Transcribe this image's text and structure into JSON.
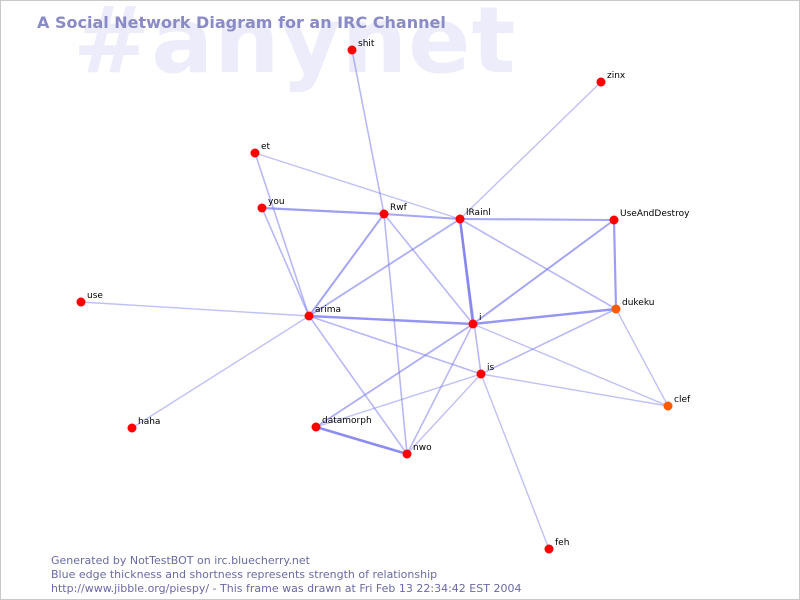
{
  "watermark": "#anynet",
  "title": "A Social Network Diagram for an IRC Channel",
  "colors": {
    "edge": "#7b7bf0",
    "node": "#ff0000",
    "node_alt": "#ff5a00",
    "title": "#8a8ac6",
    "footer": "#6a6aa6",
    "watermark": "#ececfb"
  },
  "nodes": [
    {
      "id": "shit",
      "label": "shit"
    },
    {
      "id": "zinx",
      "label": "zinx"
    },
    {
      "id": "et",
      "label": "et"
    },
    {
      "id": "you",
      "label": "you"
    },
    {
      "id": "Rwf",
      "label": "Rwf"
    },
    {
      "id": "lRainl",
      "label": "lRainl"
    },
    {
      "id": "UseAndDestroy",
      "label": "UseAndDestroy"
    },
    {
      "id": "use",
      "label": "use"
    },
    {
      "id": "arima",
      "label": "arima"
    },
    {
      "id": "i",
      "label": "i"
    },
    {
      "id": "dukeku",
      "label": "dukeku"
    },
    {
      "id": "is",
      "label": "is"
    },
    {
      "id": "clef",
      "label": "clef"
    },
    {
      "id": "haha",
      "label": "haha"
    },
    {
      "id": "datamorph",
      "label": "datamorph"
    },
    {
      "id": "nwo",
      "label": "nwo"
    },
    {
      "id": "feh",
      "label": "feh"
    }
  ],
  "edges": [
    {
      "source": "shit",
      "target": "Rwf",
      "strength": 0.3
    },
    {
      "source": "zinx",
      "target": "lRainl",
      "strength": 0.2
    },
    {
      "source": "et",
      "target": "lRainl",
      "strength": 0.2
    },
    {
      "source": "et",
      "target": "arima",
      "strength": 0.3
    },
    {
      "source": "you",
      "target": "Rwf",
      "strength": 0.6
    },
    {
      "source": "you",
      "target": "arima",
      "strength": 0.3
    },
    {
      "source": "Rwf",
      "target": "lRainl",
      "strength": 0.5
    },
    {
      "source": "Rwf",
      "target": "arima",
      "strength": 0.5
    },
    {
      "source": "Rwf",
      "target": "i",
      "strength": 0.3
    },
    {
      "source": "Rwf",
      "target": "nwo",
      "strength": 0.3
    },
    {
      "source": "lRainl",
      "target": "UseAndDestroy",
      "strength": 0.5
    },
    {
      "source": "lRainl",
      "target": "i",
      "strength": 0.8
    },
    {
      "source": "lRainl",
      "target": "arima",
      "strength": 0.4
    },
    {
      "source": "lRainl",
      "target": "is",
      "strength": 0.3
    },
    {
      "source": "lRainl",
      "target": "dukeku",
      "strength": 0.3
    },
    {
      "source": "UseAndDestroy",
      "target": "i",
      "strength": 0.5
    },
    {
      "source": "UseAndDestroy",
      "target": "dukeku",
      "strength": 0.6
    },
    {
      "source": "use",
      "target": "arima",
      "strength": 0.2
    },
    {
      "source": "arima",
      "target": "i",
      "strength": 0.7
    },
    {
      "source": "arima",
      "target": "is",
      "strength": 0.3
    },
    {
      "source": "arima",
      "target": "haha",
      "strength": 0.2
    },
    {
      "source": "arima",
      "target": "nwo",
      "strength": 0.3
    },
    {
      "source": "i",
      "target": "dukeku",
      "strength": 0.7
    },
    {
      "source": "i",
      "target": "datamorph",
      "strength": 0.4
    },
    {
      "source": "i",
      "target": "nwo",
      "strength": 0.3
    },
    {
      "source": "i",
      "target": "clef",
      "strength": 0.2
    },
    {
      "source": "dukeku",
      "target": "is",
      "strength": 0.3
    },
    {
      "source": "dukeku",
      "target": "clef",
      "strength": 0.2
    },
    {
      "source": "is",
      "target": "clef",
      "strength": 0.2
    },
    {
      "source": "is",
      "target": "datamorph",
      "strength": 0.2
    },
    {
      "source": "is",
      "target": "nwo",
      "strength": 0.2
    },
    {
      "source": "is",
      "target": "feh",
      "strength": 0.2
    },
    {
      "source": "datamorph",
      "target": "nwo",
      "strength": 0.8
    }
  ],
  "footer": {
    "line1": "Generated by NotTestBOT on irc.bluecherry.net",
    "line2": "Blue edge thickness and shortness represents strength of relationship",
    "line3": "http://www.jibble.org/piespy/ - This frame was drawn at Fri Feb 13 22:34:42 EST 2004"
  }
}
